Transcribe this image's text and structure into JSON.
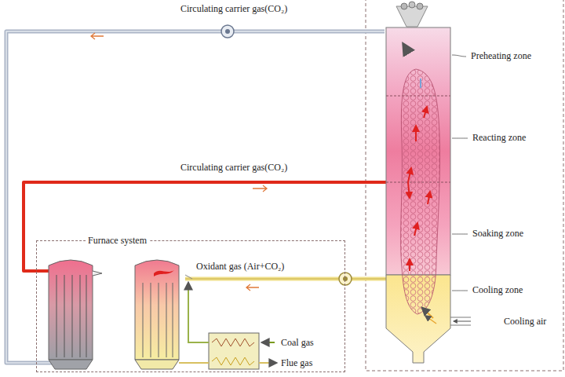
{
  "diagram": {
    "nodes": [
      {
        "text": [
          "Furnace system"
        ]
      }
    ],
    "labels": [
      "Circulating carrier gas(CO₂)",
      "Preheating zone",
      "Reacting zone",
      "Circulating carrier gas(CO₂)",
      "Soaking zone",
      "Oxidant gas (Air+CO₂)",
      "Cooling zone",
      "Cooling air",
      "Coal gas",
      "Flue gas"
    ]
  }
}
